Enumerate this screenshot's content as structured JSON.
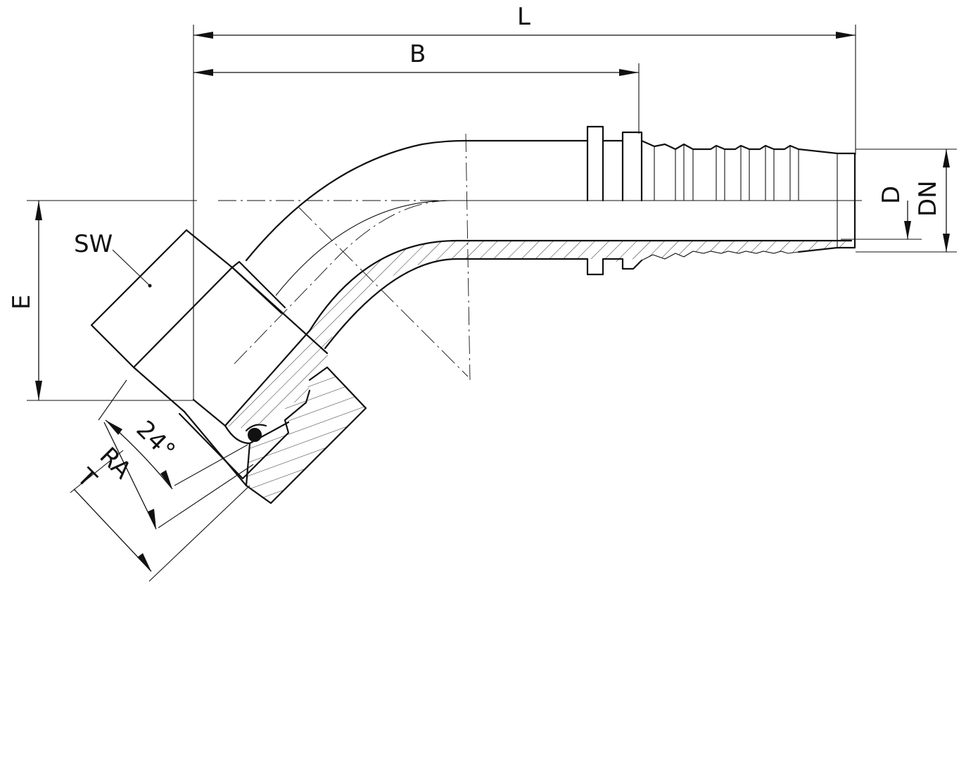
{
  "drawing": {
    "labels": {
      "length_total": "L",
      "length_to_collar": "B",
      "offset": "E",
      "wrench_size": "SW",
      "cone_angle": "24°",
      "cone_dimension": "RA",
      "thread": "T",
      "bore": "D",
      "nominal_diameter": "DN"
    }
  }
}
